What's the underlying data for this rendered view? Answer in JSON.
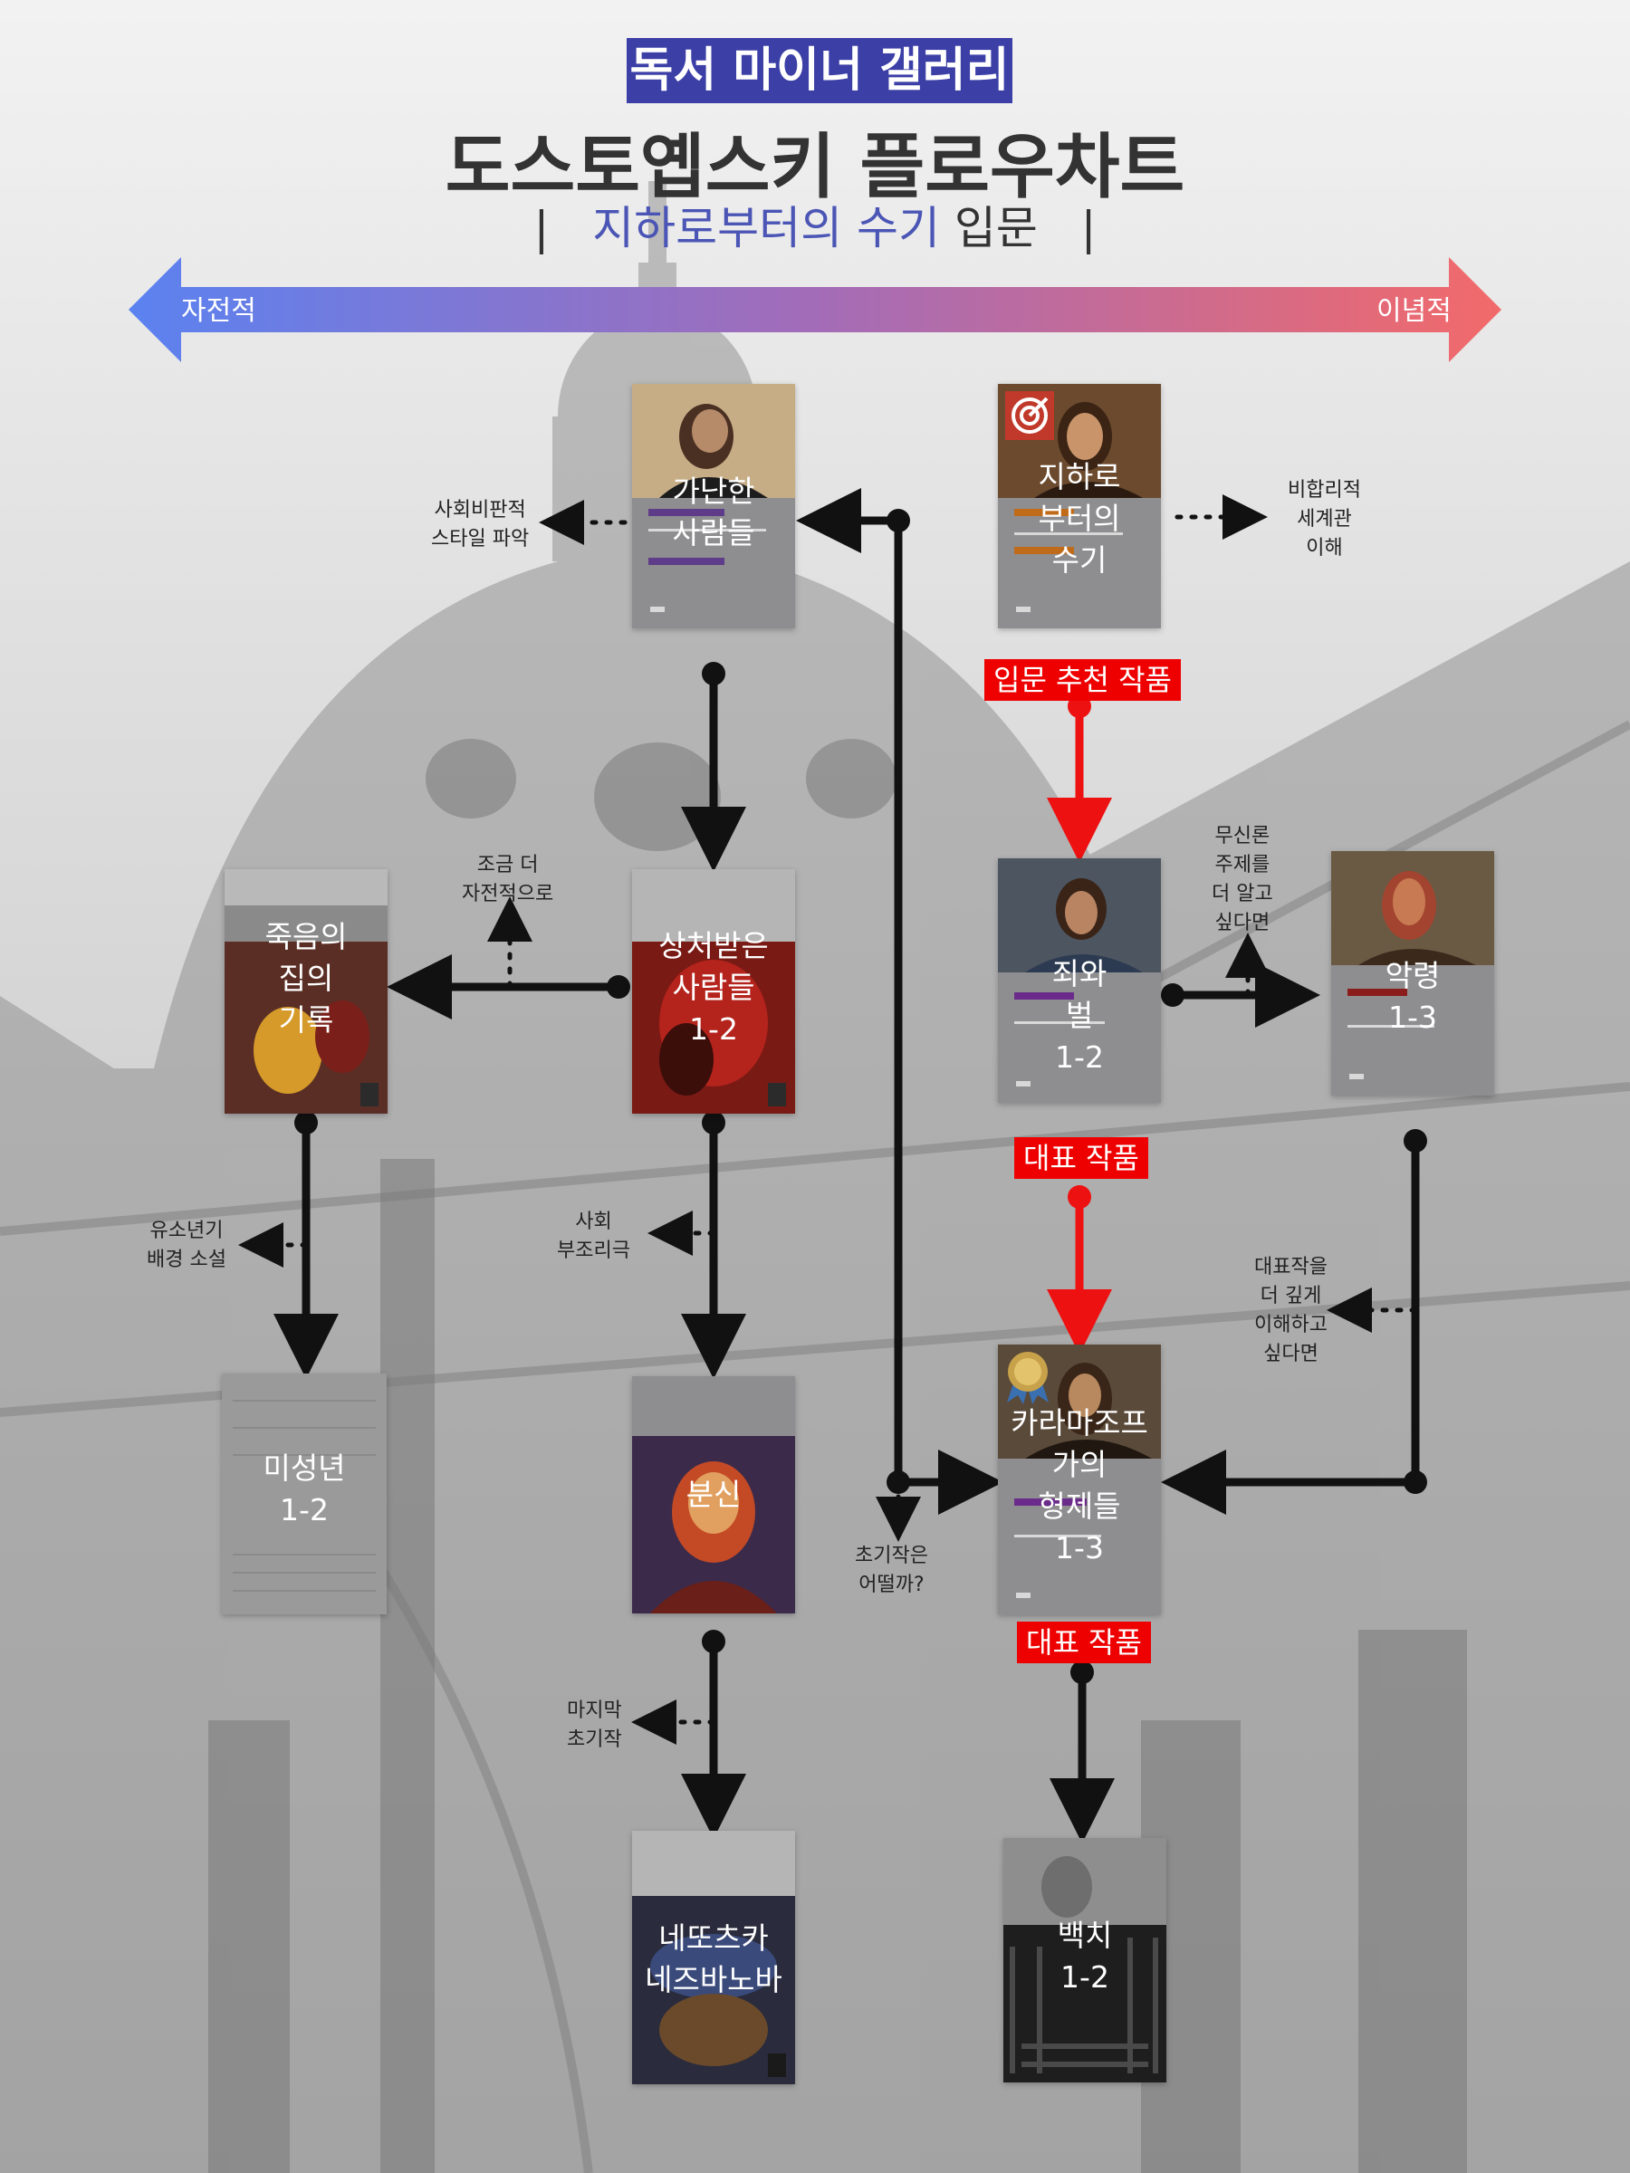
{
  "header": {
    "tag": "독서 마이너 갤러리",
    "title": "도스토옙스키 플로우차트",
    "subtitle_bar_left": "|",
    "subtitle_accent": "지하로부터의 수기",
    "subtitle_rest": " 입문",
    "subtitle_bar_right": "|"
  },
  "axis": {
    "left_label": "자전적",
    "right_label": "이념적",
    "left_color": "#5b82f0",
    "right_color": "#f26a6a"
  },
  "books": {
    "poor_folk": {
      "title": "가난한 사람들"
    },
    "underground": {
      "title": "지하로 부터의 수기"
    },
    "house_of_dead": {
      "title": "죽음의 집의 기록"
    },
    "humiliated": {
      "title": "상처받은 사람들 1-2"
    },
    "crime": {
      "title": "죄와 벌 1-2"
    },
    "demons": {
      "title": "악령 1-3"
    },
    "adolescent": {
      "title": "미성년 1-2"
    },
    "double": {
      "title": "분신"
    },
    "karamazov": {
      "title": "카라마조프 가의 형제들 1-3"
    },
    "netochka": {
      "title": "네또츠카 네즈바노바"
    },
    "idiot": {
      "title": "백치 1-2"
    }
  },
  "tags": {
    "intro": "입문 추천 작품",
    "rep1": "대표 작품",
    "rep2": "대표 작품"
  },
  "notes": {
    "social_criticism": "사회비판적\n스타일 파악",
    "irrational": "비합리적\n세계관\n이해",
    "more_autobio": "조금 더\n자전적으로",
    "nihilism": "무신론\n주제를\n더 알고\n싶다면",
    "youth": "유소년기\n배경 소설",
    "absurd": "사회\n부조리극",
    "deeper": "대표작을\n더 깊게\n이해하고\n싶다면",
    "early": "초기작은\n어떨까?",
    "last_early": "마지막\n초기작"
  },
  "colors": {
    "accent_blue": "#3b3fa6",
    "tag_red": "#ee0000",
    "arrow_red": "#ee1111",
    "arrow_dark": "#111111"
  },
  "icons": {
    "target": "target-icon",
    "medal": "medal-icon"
  }
}
